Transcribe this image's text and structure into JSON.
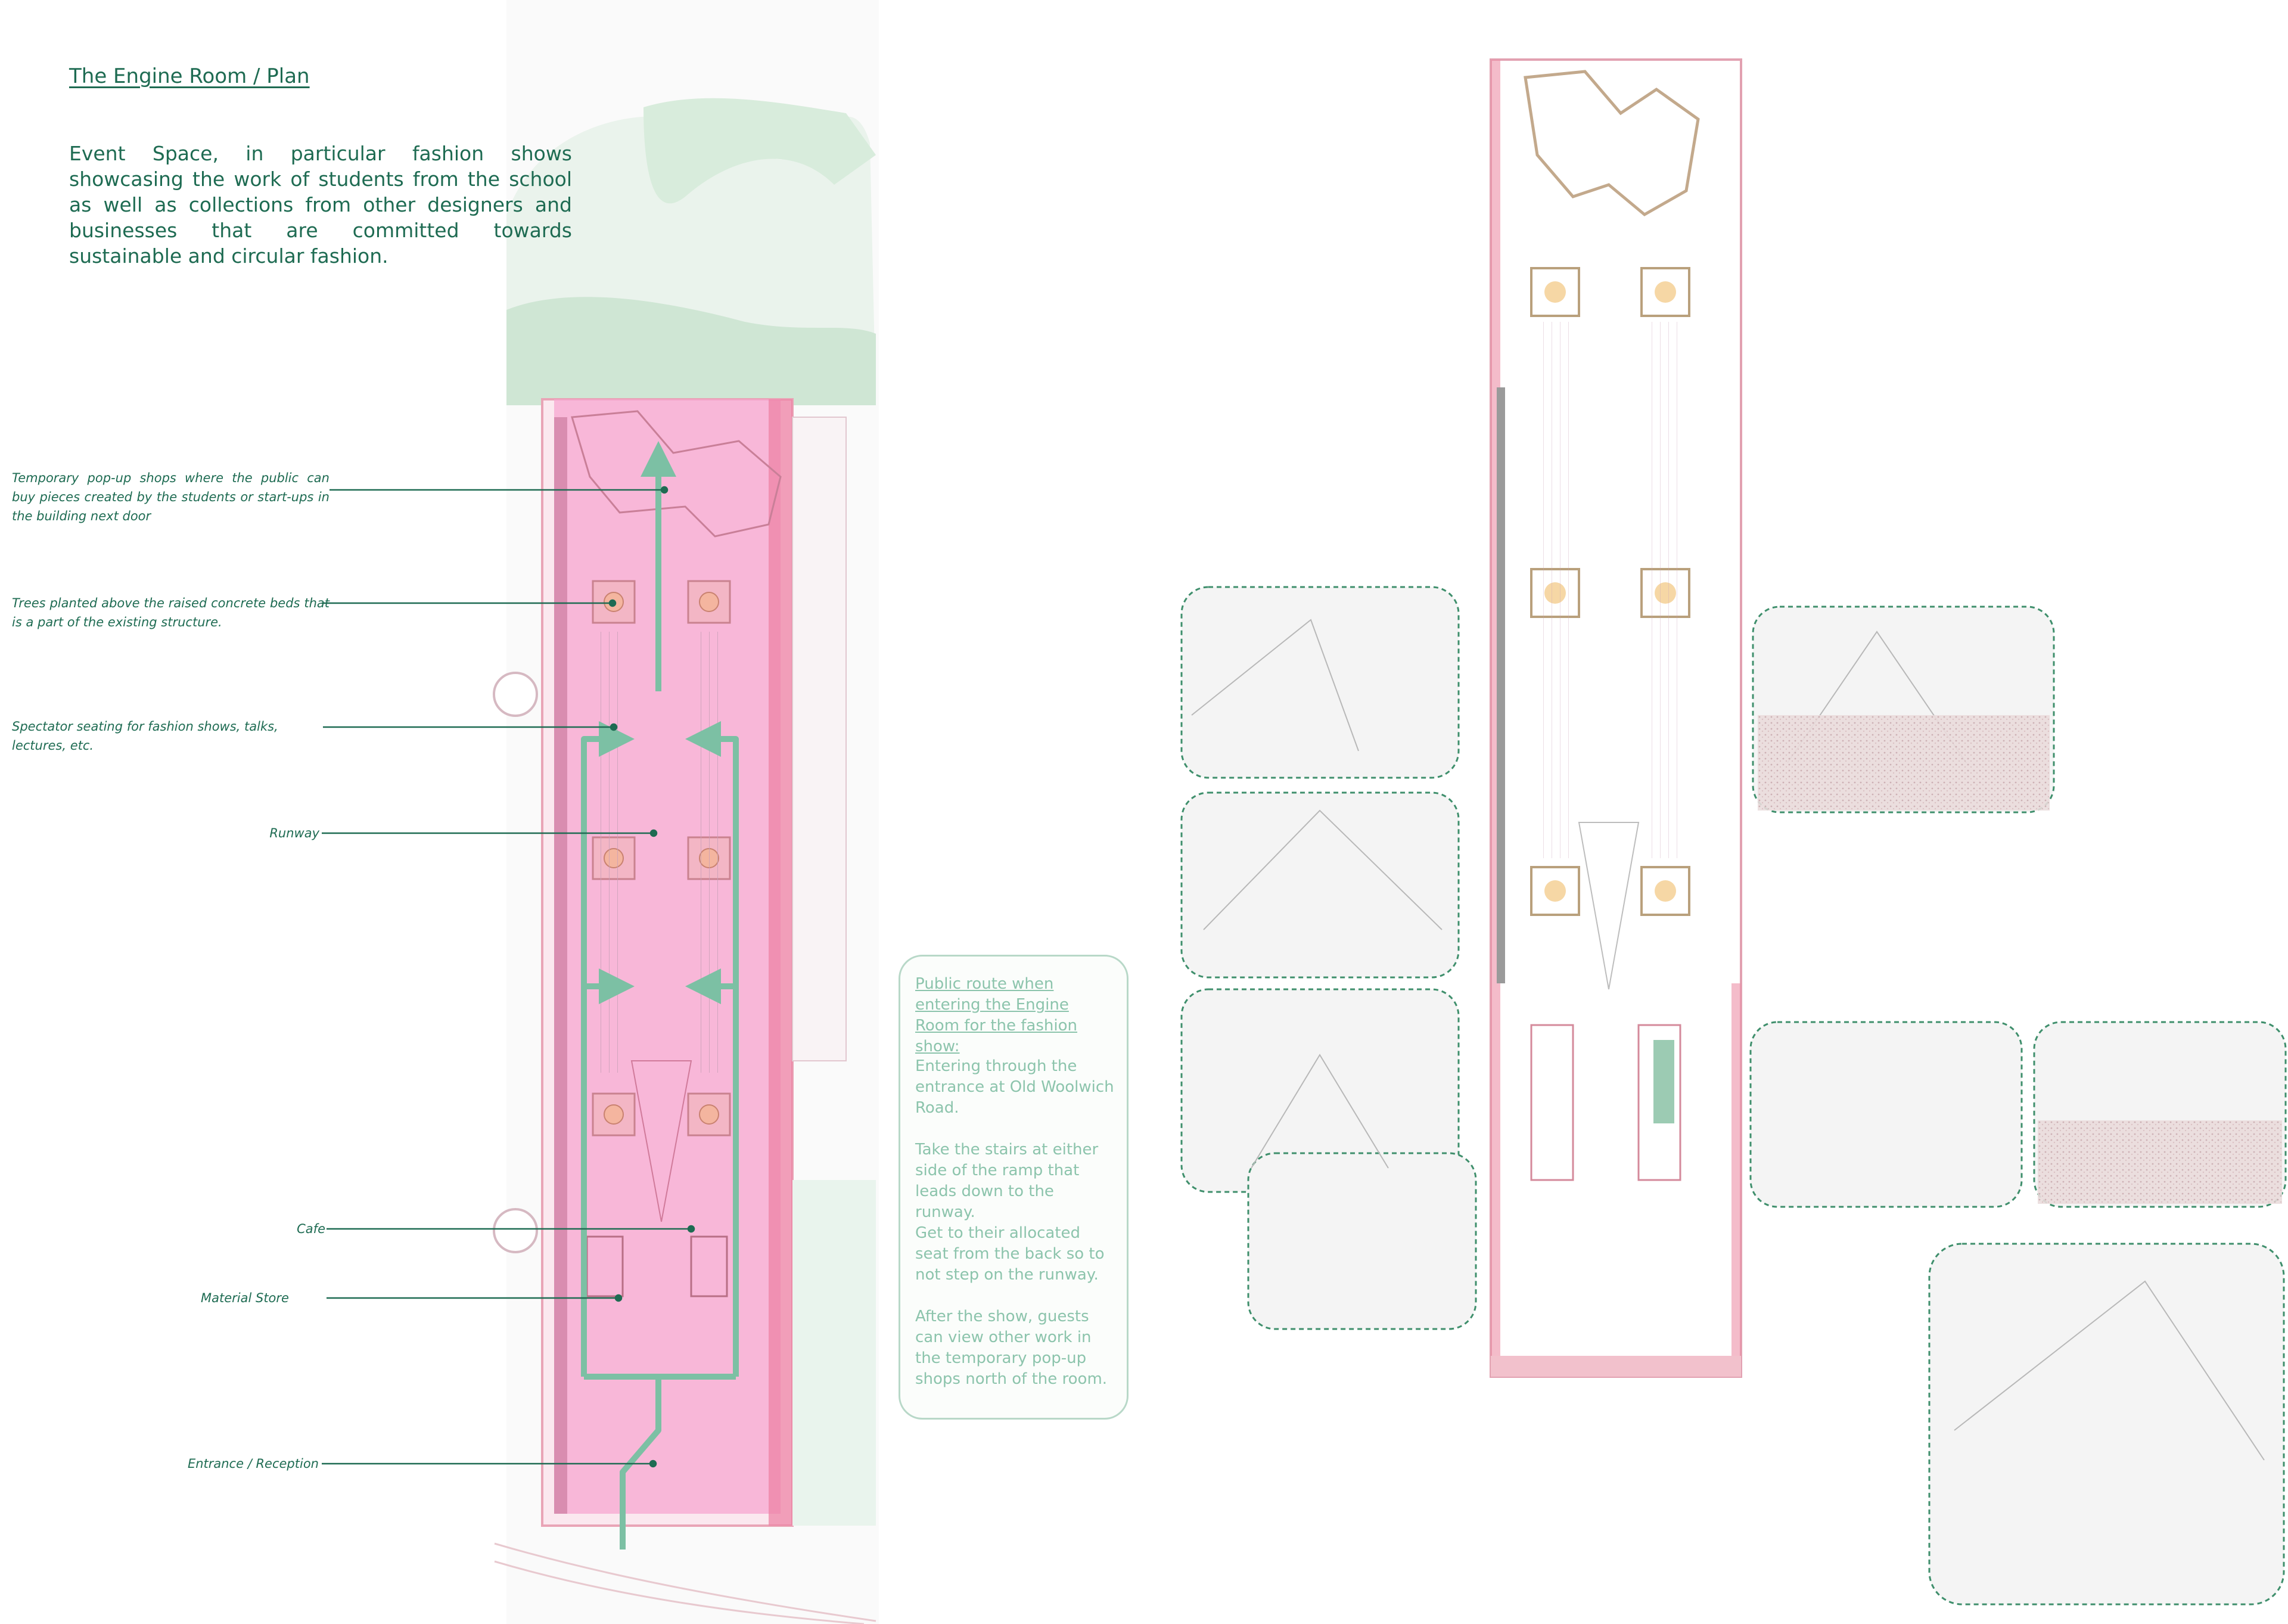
{
  "title": "The Engine Room / Plan",
  "intro": "Event Space, in particular fashion shows showcasing the work of students from the school as well as collections from other designers and businesses that are committed towards sustainable and circular fashion.",
  "labels": [
    {
      "name": "popup-shops",
      "text": "Temporary pop-up shops where the public can buy pieces created by the students or start-ups in the building next door"
    },
    {
      "name": "trees",
      "text": "Trees planted above the raised concrete beds that is  a part of the existing structure."
    },
    {
      "name": "spectator-seating",
      "text": "Spectator seating for fashion shows, talks, lectures, etc."
    },
    {
      "name": "runway",
      "text": "Runway"
    },
    {
      "name": "cafe",
      "text": "Cafe"
    },
    {
      "name": "material-store",
      "text": "Material Store"
    },
    {
      "name": "entrance",
      "text": "Entrance / Reception"
    }
  ],
  "route": {
    "heading": "Public route when entering the Engine Room for the fashion show:",
    "steps": [
      "Entering through the entrance at Old Woolwich Road.",
      "Take the stairs at either side of the ramp that leads down to the runway.",
      "Get to their allocated seat from the back so to not step on the runway.",
      "After the show, guests can view other work in the temporary pop-up shops north of the room."
    ]
  },
  "colors": {
    "text_green": "#1e6b52",
    "route_text": "#8cc4ac",
    "highlight_pink": "#f28cc4",
    "route_arrow": "#7cc0a4",
    "leader": "#1e6b52",
    "dashed_frame": "#3f8f6c"
  }
}
